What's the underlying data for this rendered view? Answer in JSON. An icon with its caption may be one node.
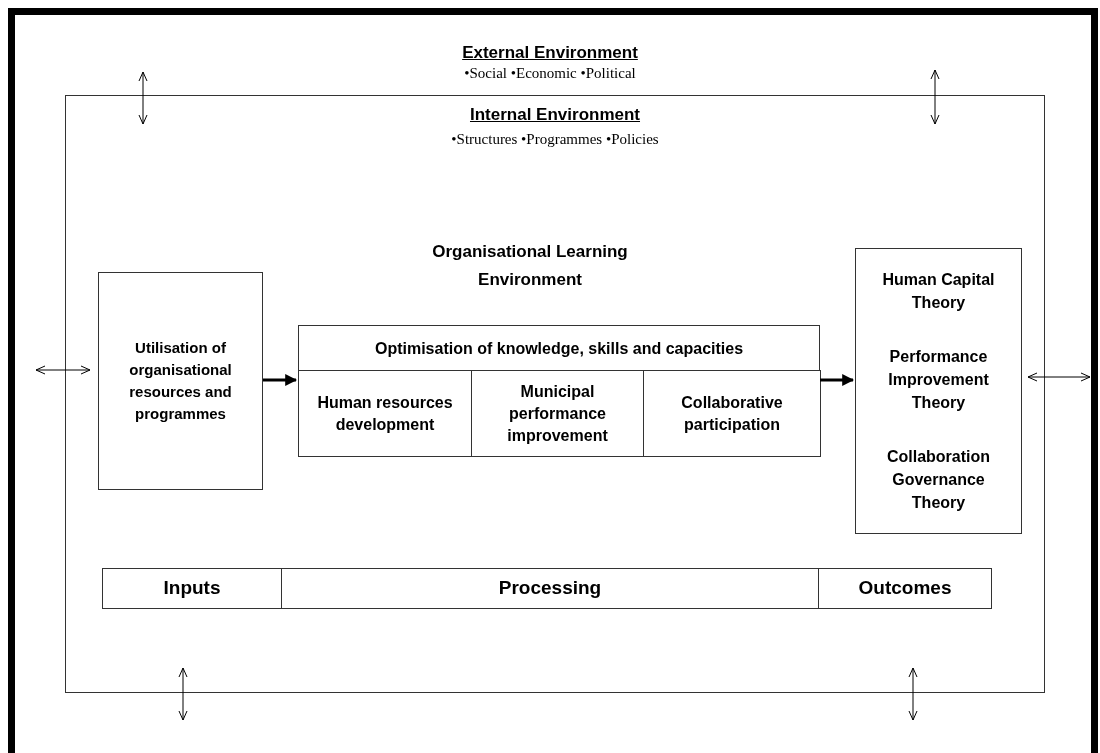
{
  "diagram": {
    "nodes": [
      {
        "text": [
          "Internal Environment",
          "•Structures •Programmes •Policies"
        ]
      },
      {
        "text": [
          "Utilisation of organisational resources and programmes"
        ],
        "in": 0
      },
      {
        "text": [
          "Optimisation of knowledge, skills and capacities"
        ],
        "in": 0
      },
      {
        "text": [
          "Human resources development"
        ],
        "in": 2
      },
      {
        "text": [
          "Municipal performance improvement"
        ],
        "in": 2
      },
      {
        "text": [
          "Collaborative participation"
        ],
        "in": 2
      },
      {
        "text": [
          "Human Capital Theory",
          "Performance Improvement Theory",
          "Collaboration Governance Theory"
        ],
        "in": 0
      },
      {
        "text": [
          "Inputs"
        ],
        "in": 0
      },
      {
        "text": [
          "Processing"
        ],
        "in": 0
      },
      {
        "text": [
          "Outcomes"
        ],
        "in": 0
      }
    ],
    "edges": [
      {
        "from": 1,
        "to": 2,
        "arrow": "to"
      },
      {
        "from": 2,
        "to": 6,
        "arrow": "to"
      }
    ],
    "labels": [
      "External Environment",
      "•Social •Economic •Political",
      "Organisational Learning Environment"
    ]
  }
}
